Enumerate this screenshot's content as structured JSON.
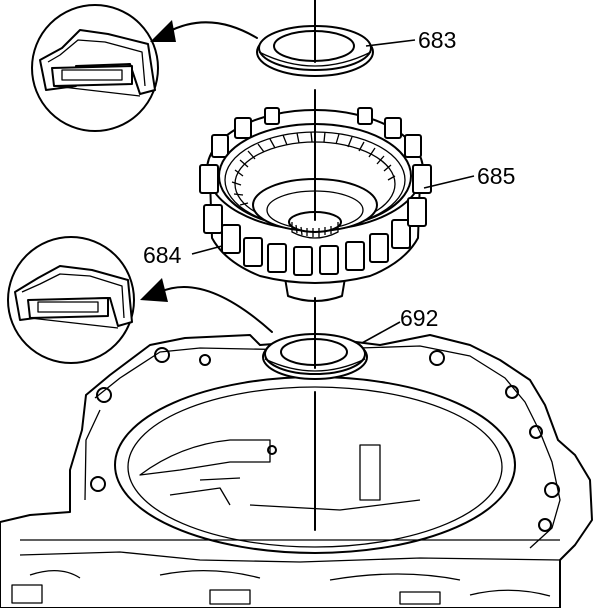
{
  "callouts": {
    "part_683": "683",
    "part_685": "685",
    "part_684": "684",
    "part_692": "692"
  },
  "colors": {
    "line": "#000000",
    "background": "#ffffff"
  }
}
